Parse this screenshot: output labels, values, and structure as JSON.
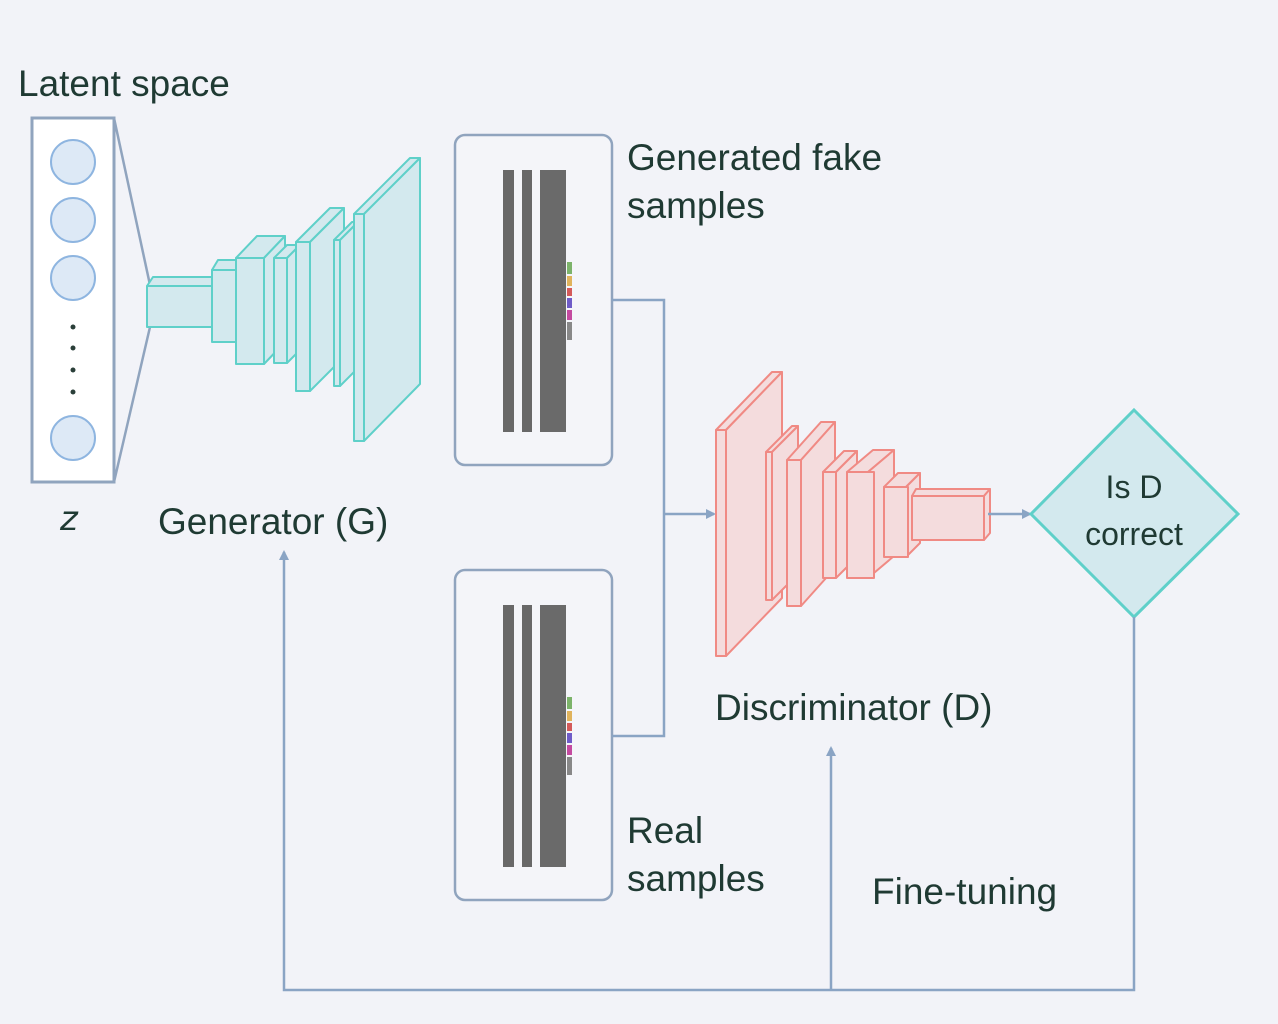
{
  "labels": {
    "latent_space": "Latent space",
    "z": "z",
    "generator": "Generator (G)",
    "generated_line1": "Generated fake",
    "generated_line2": "samples",
    "real_line1": "Real",
    "real_line2": "samples",
    "discriminator": "Discriminator (D)",
    "decision_line1": "Is D",
    "decision_line2": "correct",
    "fine_tuning": "Fine-tuning"
  },
  "colors": {
    "background": "#f2f3f8",
    "text": "#1f3a33",
    "generator_fill": "#d3e9ee",
    "generator_stroke": "#5fd0c9",
    "discriminator_fill": "#f4dcdd",
    "discriminator_stroke": "#f08a84",
    "latent_node_fill": "#dde9f6",
    "latent_node_stroke": "#8eb5e0",
    "panel_stroke": "#90a4be",
    "arrow": "#8aa4c4",
    "decision_fill": "#d3e9ee",
    "decision_stroke": "#5fd0c9",
    "sample_bar": "#666666"
  },
  "icons": {
    "latent_nodes": "circle-node",
    "samples": "spectrogram-strip",
    "decision": "diamond"
  }
}
